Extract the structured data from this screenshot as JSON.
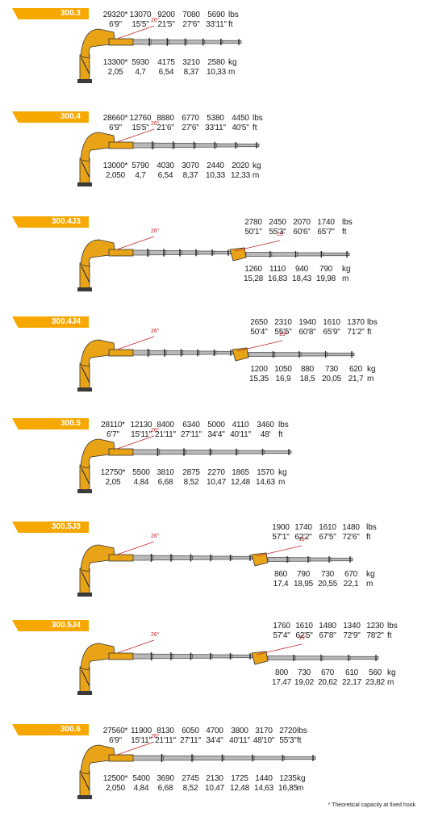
{
  "models": [
    {
      "id": "300.3",
      "boom_angle": "26°",
      "jib_angle": null,
      "lbs": [
        "29320*",
        "13070",
        "9200",
        "7080",
        "5690"
      ],
      "ft": [
        "6'9\"",
        "15'5\"",
        "21'5\"",
        "27'6\"",
        "33'11\""
      ],
      "kg": [
        "13300*",
        "5930",
        "4175",
        "3210",
        "2580"
      ],
      "m": [
        "2,05",
        "4,7",
        "6,54",
        "8,37",
        "10,33"
      ]
    },
    {
      "id": "300.4",
      "boom_angle": "26°",
      "jib_angle": null,
      "lbs": [
        "28660*",
        "12760",
        "8880",
        "6770",
        "5380",
        "4450"
      ],
      "ft": [
        "6'9\"",
        "15'5\"",
        "21'6\"",
        "27'6\"",
        "33'11\"",
        "40'5\""
      ],
      "kg": [
        "13000*",
        "5790",
        "4030",
        "3070",
        "2440",
        "2020"
      ],
      "m": [
        "2,050",
        "4,7",
        "6,54",
        "8,37",
        "10,33",
        "12,33"
      ]
    },
    {
      "id": "300.4J3",
      "boom_angle": "26°",
      "jib_angle": "19°",
      "lbs": [
        "2780",
        "2450",
        "2070",
        "1740"
      ],
      "ft": [
        "50'1\"",
        "55'3\"",
        "60'6\"",
        "65'7\""
      ],
      "kg": [
        "1260",
        "1110",
        "940",
        "790"
      ],
      "m": [
        "15,28",
        "16,83",
        "18,43",
        "19,98"
      ]
    },
    {
      "id": "300.4J4",
      "boom_angle": "26°",
      "jib_angle": "19°",
      "lbs": [
        "2650",
        "2310",
        "1940",
        "1610",
        "1370"
      ],
      "ft": [
        "50'4\"",
        "55'5\"",
        "60'8\"",
        "65'9\"",
        "71'2\""
      ],
      "kg": [
        "1200",
        "1050",
        "880",
        "730",
        "620"
      ],
      "m": [
        "15,35",
        "16,9",
        "18,5",
        "20,05",
        "21,7"
      ]
    },
    {
      "id": "300.5",
      "boom_angle": "26°",
      "jib_angle": null,
      "lbs": [
        "28110*",
        "12130",
        "8400",
        "6340",
        "5000",
        "4110",
        "3460"
      ],
      "ft": [
        "6'7\"",
        "15'11\"",
        "21'11\"",
        "27'11\"",
        "34'4\"",
        "40'11\"",
        "48'"
      ],
      "kg": [
        "12750*",
        "5500",
        "3810",
        "2875",
        "2270",
        "1865",
        "1570"
      ],
      "m": [
        "2,05",
        "4,84",
        "6,68",
        "8,52",
        "10,47",
        "12,48",
        "14,63"
      ]
    },
    {
      "id": "300.5J3",
      "boom_angle": "26°",
      "jib_angle": "19°",
      "lbs": [
        "1900",
        "1740",
        "1610",
        "1480"
      ],
      "ft": [
        "57'1\"",
        "62'2\"",
        "67'5\"",
        "72'6\""
      ],
      "kg": [
        "860",
        "790",
        "730",
        "670"
      ],
      "m": [
        "17,4",
        "18,95",
        "20,55",
        "22,1"
      ]
    },
    {
      "id": "300.5J4",
      "boom_angle": "26°",
      "jib_angle": "19°",
      "lbs": [
        "1760",
        "1610",
        "1480",
        "1340",
        "1230"
      ],
      "ft": [
        "57'4\"",
        "62'5\"",
        "67'8\"",
        "72'9\"",
        "78'2\""
      ],
      "kg": [
        "800",
        "730",
        "670",
        "610",
        "560"
      ],
      "m": [
        "17,47",
        "19,02",
        "20,62",
        "22,17",
        "23,82"
      ]
    },
    {
      "id": "300.6",
      "boom_angle": "26°",
      "jib_angle": null,
      "lbs": [
        "27560*",
        "11900",
        "8130",
        "6050",
        "4700",
        "3800",
        "3170",
        "2720"
      ],
      "ft": [
        "6'9\"",
        "15'11\"",
        "21'11\"",
        "27'11\"",
        "34'4\"",
        "40'11\"",
        "48'10\"",
        "55'3\""
      ],
      "kg": [
        "12500*",
        "5400",
        "3690",
        "2745",
        "2130",
        "1725",
        "1440",
        "1235"
      ],
      "m": [
        "2,050",
        "4,84",
        "6,68",
        "8,52",
        "10,47",
        "12,48",
        "14,63",
        "16,85"
      ]
    }
  ],
  "units": {
    "lbs": "lbs",
    "ft": "ft",
    "kg": "kg",
    "m": "m"
  },
  "footnote": "* Theoretical capacity at fixed hook",
  "colors": {
    "accent": "#f6a800",
    "boom": "#e8a317",
    "steel": "#b9b9b9",
    "angle_line": "#c0262c"
  }
}
